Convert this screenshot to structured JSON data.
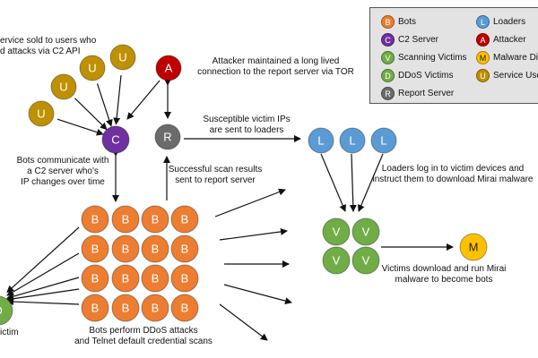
{
  "legend": {
    "items": [
      {
        "letter": "B",
        "label": "Bots",
        "color": "#ed7d31",
        "icon": "bots-icon"
      },
      {
        "letter": "L",
        "label": "Loaders",
        "color": "#5b9bd5",
        "icon": "loaders-icon"
      },
      {
        "letter": "C",
        "label": "C2 Server",
        "color": "#7030a0",
        "icon": "c2-server-icon"
      },
      {
        "letter": "A",
        "label": "Attacker",
        "color": "#c00000",
        "icon": "attacker-icon"
      },
      {
        "letter": "V",
        "label": "Scanning Victims",
        "color": "#70ad47",
        "icon": "scanning-victims-icon"
      },
      {
        "letter": "M",
        "label": "Malware Dis",
        "color": "#ffc000",
        "icon": "malware-distribution-icon"
      },
      {
        "letter": "D",
        "label": "DDoS Victims",
        "color": "#70ad47",
        "icon": "ddos-victims-icon"
      },
      {
        "letter": "U",
        "label": "Service User",
        "color": "#bf9000",
        "icon": "service-users-icon"
      },
      {
        "letter": "R",
        "label": "Report Server",
        "color": "#6b6b6b",
        "icon": "report-server-icon"
      }
    ]
  },
  "nodes": {
    "service_users": {
      "letter": "U"
    },
    "attacker": {
      "letter": "A"
    },
    "c2_server": {
      "letter": "C"
    },
    "report_server": {
      "letter": "R"
    },
    "loaders": {
      "letter": "L"
    },
    "bots": {
      "letter": "B"
    },
    "victims": {
      "letter": "V"
    },
    "malware_distribution": {
      "letter": "M"
    }
  },
  "labels": {
    "service_sold": "ervice sold to users who\nd attacks via C2 API",
    "attacker_connection": "Attacker maintained a long lived\nconnection to the report server via TOR",
    "susceptible_ips": "Susceptible victim IPs\nare sent to loaders",
    "bots_c2": "Bots communicate with\na C2 server who's\nIP changes over time",
    "scan_results": "Successful scan results\nsent to report server",
    "loaders_login": "Loaders log in to victim devices and\ninstruct them to download Mirai malware",
    "victims_download": "Victims download and run Mirai\nmalware to become bots",
    "bots_perform": "Bots perform DDoS attacks\nand Telnet default credential scans",
    "ddos_victim": "ictim"
  }
}
